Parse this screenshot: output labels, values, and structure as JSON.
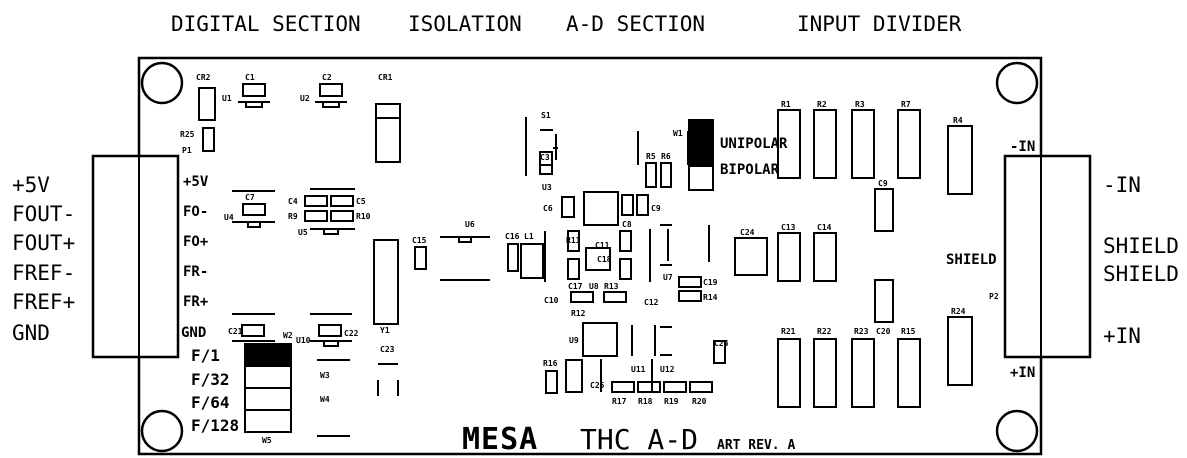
{
  "sections": {
    "digital": "DIGITAL SECTION",
    "isolation": "ISOLATION",
    "ad": "A-D SECTION",
    "input_divider": "INPUT DIVIDER"
  },
  "left_connector": {
    "external_labels": [
      "+5V",
      "FOUT-",
      "FOUT+",
      "FREF-",
      "FREF+",
      "GND"
    ],
    "pcb_labels": [
      "+5V",
      "FO-",
      "FO+",
      "FR-",
      "FR+",
      "GND"
    ]
  },
  "right_connector": {
    "external_labels": {
      "in_neg": "-IN",
      "shield1": "SHIELD",
      "shield2": "SHIELD",
      "in_pos": "+IN"
    },
    "pcb_labels": {
      "in_neg": "-IN",
      "shield": "SHIELD",
      "in_pos": "+IN",
      "p2": "P2"
    }
  },
  "jumper": {
    "labels": {
      "unipolar": "UNIPOLAR",
      "bipolar": "BIPOLAR",
      "w1": "W1"
    }
  },
  "freq_select": {
    "labels": [
      "F/1",
      "F/32",
      "F/64",
      "F/128"
    ],
    "w_labels": {
      "w2": "W2",
      "w3": "W3",
      "w4": "W4",
      "w5": "W5"
    }
  },
  "logo": {
    "brand": "MESA",
    "product": "THC A-D",
    "revision": "ART REV. A"
  },
  "refs": {
    "CR2": "CR2",
    "C1": "C1",
    "C2": "C2",
    "CR1": "CR1",
    "U1": "U1",
    "U2": "U2",
    "R25": "R25",
    "P1": "P1",
    "C7": "C7",
    "C4": "C4",
    "C5": "C5",
    "R9": "R9",
    "R10": "R10",
    "U4": "U4",
    "U5": "U5",
    "C15": "C15",
    "U6": "U6",
    "Y1": "Y1",
    "C21": "C21",
    "C22": "C22",
    "U10": "U10",
    "C23": "C23",
    "S1": "S1",
    "C3": "C3",
    "U3": "U3",
    "C6": "C6",
    "C16": "C16",
    "L1": "L1",
    "C8": "C8",
    "C9": "C9",
    "C11": "C11",
    "C18": "C18",
    "C17": "C17",
    "U8": "U8",
    "R13": "R13",
    "C10": "C10",
    "R12": "R12",
    "R11": "R11",
    "U7": "U7",
    "C19": "C19",
    "R14": "R14",
    "C12": "C12",
    "U9": "U9",
    "R16": "R16",
    "C25": "C25",
    "U11": "U11",
    "U12": "U12",
    "C24": "C24",
    "R17": "R17",
    "R18": "R18",
    "R19": "R19",
    "R20": "R20",
    "R5": "R5",
    "R6": "R6",
    "R1": "R1",
    "R2": "R2",
    "R3": "R3",
    "R7": "R7",
    "R4": "R4",
    "C9b": "C9",
    "C14": "C14",
    "C13": "C13",
    "C24b": "C24",
    "R21": "R21",
    "R22": "R22",
    "R23": "R23",
    "C20": "C20",
    "R15": "R15",
    "R24": "R24"
  }
}
